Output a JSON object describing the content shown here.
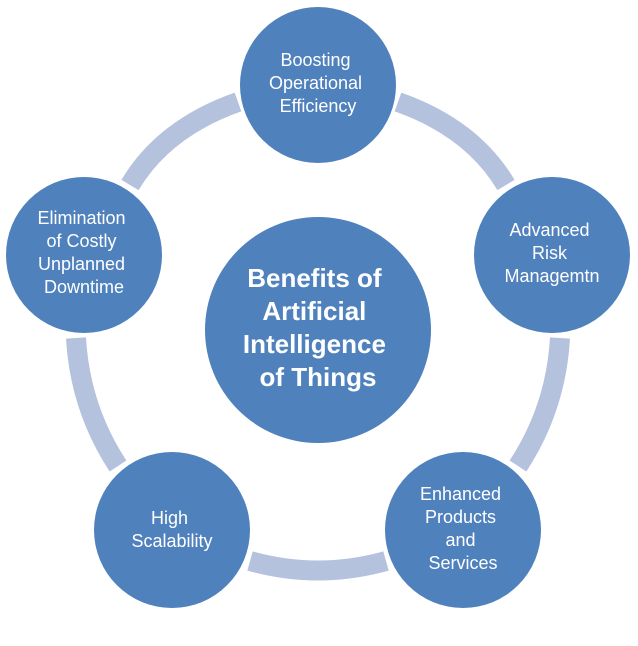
{
  "diagram": {
    "center": {
      "lines": [
        "Benefits of",
        "Artificial",
        "Intelligence",
        "of Things"
      ]
    },
    "nodes": [
      {
        "lines": [
          "Boosting",
          "Operational",
          "Efficiency"
        ]
      },
      {
        "lines": [
          "Advanced",
          "Risk",
          "Managemtn"
        ]
      },
      {
        "lines": [
          "Enhanced",
          "Products",
          "and",
          "Services"
        ]
      },
      {
        "lines": [
          "High",
          "Scalability"
        ]
      },
      {
        "lines": [
          "Elimination",
          "of Costly",
          "Unplanned",
          "Downtime"
        ]
      }
    ],
    "colors": {
      "node_fill": "#4f81bd",
      "ring": "#b4c2de",
      "text": "#ffffff"
    }
  }
}
